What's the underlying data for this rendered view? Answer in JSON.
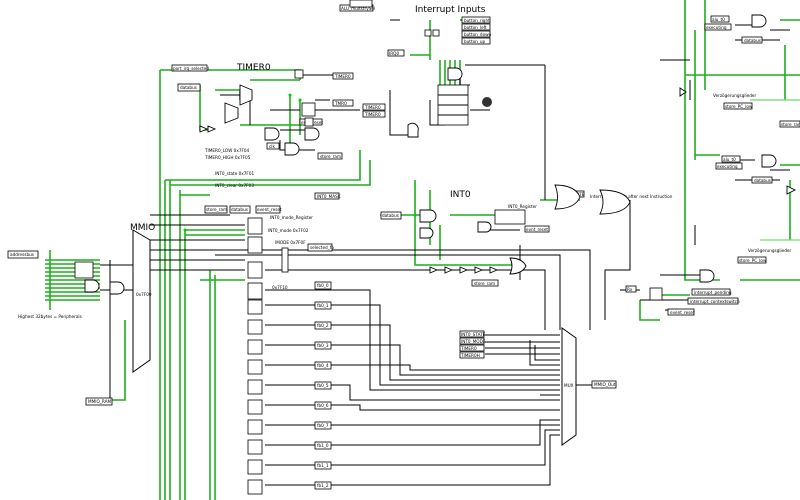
{
  "sections": {
    "mmio": "MMIO",
    "timer": "TIMER0",
    "int0": "INT0",
    "interrupt_inputs": "Interrupt Inputs"
  },
  "labels": {
    "alu_flags": "ALU_multstrySel",
    "perr": "port_irq_selected",
    "databus1": "databus",
    "timer0_out": "TIMER0",
    "timer0_a": "TIMER0",
    "timer0_b": "TIMER0",
    "evnt_reset1": "evnt_reset",
    "timer_low": "TIMER0_LOW 0x7F04",
    "timer_high": "TIMER0_HIGH 0x7F05",
    "clk": "clk",
    "store_ram": "store_ram",
    "int0_state": "INT0_state 0x7F01",
    "int0_clear": "INT0_clear 0x7F03",
    "int0_mask": "INT0_MASK",
    "store_ram2": "store_ram",
    "databus2": "databus",
    "event_reset2": "event_reset",
    "int0_mode_reg": "INT0_mode_Register",
    "int0_mode_addr": "INT0_mode 0x7F02",
    "imode": "IMODE 0x7F0F",
    "selected_fb": "selected_fb",
    "int0_state_top": "INT0_STATE",
    "int_pending": "Interrupt pending after next Instruction",
    "int0_register": "INT0_Register",
    "databus3": "databus",
    "event_reset3": "evnt_reset",
    "store_ram3": "store_ram",
    "addressbus": "addressbus",
    "highest": "Highest 32bytes = Peripherals",
    "dec": "0x7F00",
    "mmio_ram": "MMIO_RAM",
    "addr_0x7f10": "0x7F10",
    "int0_state_m": "INT0_STATE",
    "int0_mode_m": "INT0_MODE",
    "timer0_m": "TIMER0",
    "timer0h_m": "TIMER0H",
    "mux_label": "MUX",
    "mmio_out": "MMIO_Out",
    "fb_0": "fb0_0",
    "fb_1": "fb0_1",
    "fb_2": "fb0_2",
    "fb_3": "fb0_3",
    "fb_4": "fb0_4",
    "fb_5": "fb0_5",
    "fb_6": "fb0_6",
    "fb_7": "fb0_7",
    "fb_8": "fb1_0",
    "fb_9": "fb1_1",
    "fb_10": "fb1_2",
    "alu_m": "alu_t0",
    "executing": "executing",
    "databus_r1": "databus",
    "verzog1": "Verzögerungsglieder",
    "store_pc_low": "store_PC_low",
    "store_ram_r": "store_ram",
    "alu_m2": "alu_t0",
    "executing2": "executing",
    "databus_r2": "databus",
    "verzog2": "Verzögerungsglieder",
    "store_pc_low2": "store_PC_low",
    "interrupt_pending": "interrupt_pending",
    "interrupt_contextswitch": "interrupt_contextswitch",
    "event_reset_r": "event_reset",
    "rx_lbl": "Rx",
    "button_right": "button_right",
    "button_left": "button_left",
    "button_down": "button_down",
    "button_up": "button_up",
    "irq_lbl": "IRQ0",
    "tmr_top": "TMR0"
  }
}
